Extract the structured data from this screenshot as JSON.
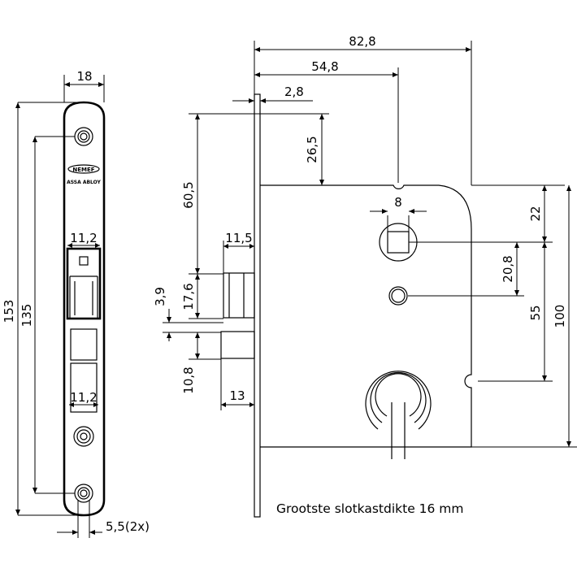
{
  "faceplate": {
    "brand_text": "NEMEF",
    "maker_text": "ASSA ABLOY",
    "dim_width": "18",
    "dim_total_height": "153",
    "dim_hole_spacing": "135",
    "dim_latch_width": "11,2",
    "dim_bolt_width": "11,2",
    "dim_screw_hole": "5,5(2x)"
  },
  "side_view": {
    "dim_overall_width": "82,8",
    "dim_backset": "54,8",
    "dim_plate_thickness": "2,8",
    "dim_top_to_case": "26,5",
    "dim_top_to_latch": "60,5",
    "dim_latch_projection": "11,5",
    "dim_latch_height": "17,6",
    "dim_gap": "3,9",
    "dim_bolt_height": "10,8",
    "dim_bolt_projection": "13",
    "dim_spindle_square": "8",
    "dim_spindle_offset": "22",
    "dim_hole_spacing": "20,8",
    "dim_center_distance": "55",
    "dim_case_height": "100"
  },
  "note": "Grootste slotkastdikte 16 mm"
}
